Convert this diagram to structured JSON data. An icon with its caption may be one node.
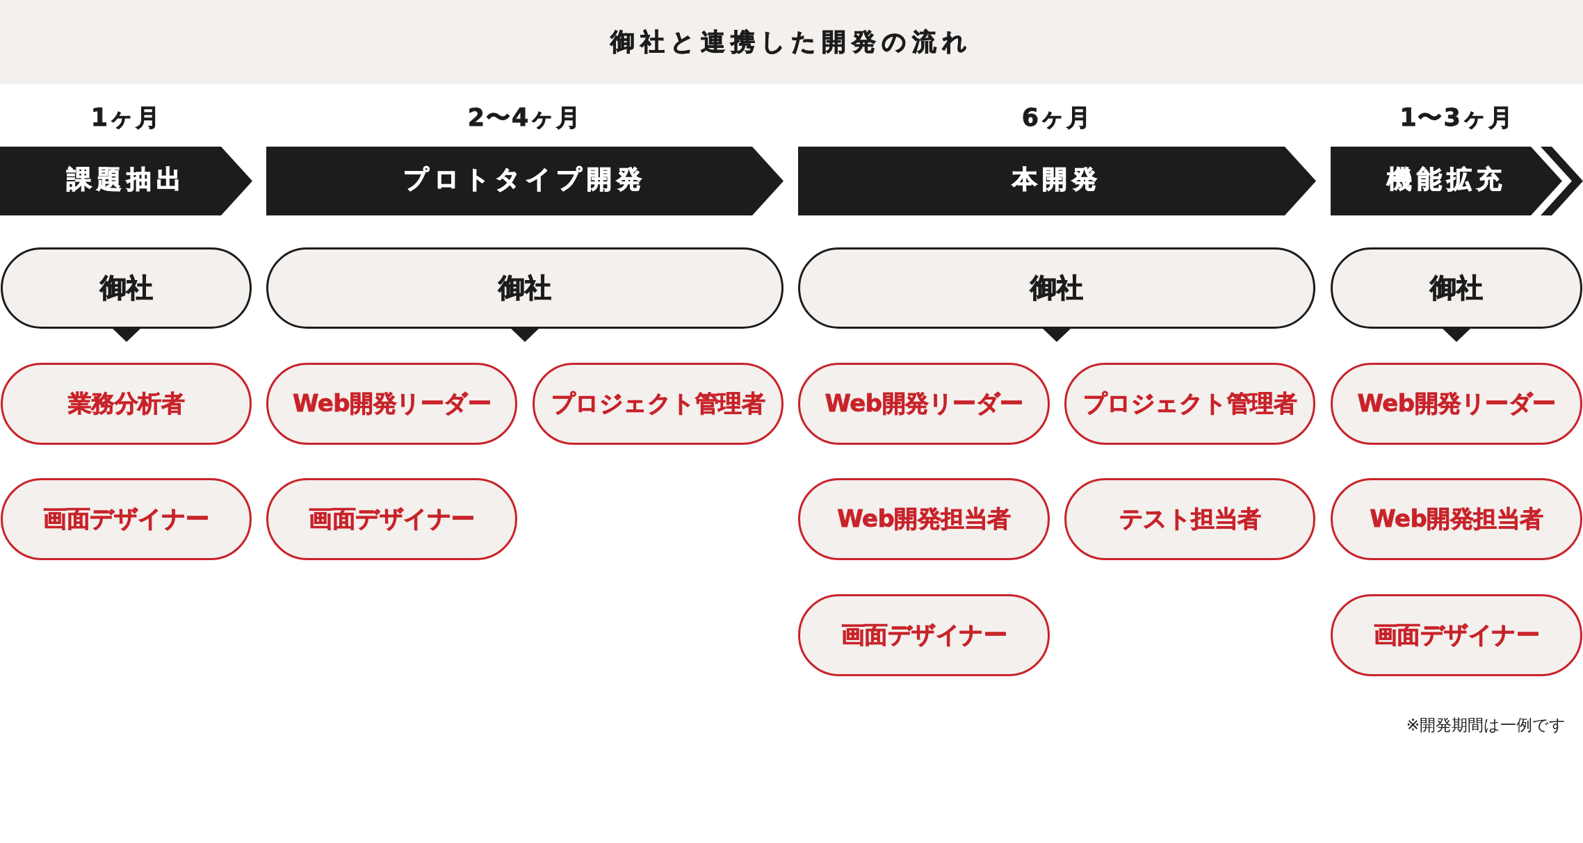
{
  "diagram": {
    "title": "御社と連携した開発の流れ",
    "nodes": [
      {
        "text": [
          "課題抽出"
        ],
        "beside": [
          "1ヶ月"
        ]
      },
      {
        "text": [
          "御社"
        ]
      },
      {
        "text": [
          "業務分析者"
        ]
      },
      {
        "text": [
          "画面デザイナー"
        ]
      },
      {
        "text": [
          "プロトタイプ開発"
        ],
        "beside": [
          "2〜4ヶ月"
        ]
      },
      {
        "text": [
          "御社"
        ]
      },
      {
        "text": [
          "Web開発リーダー"
        ]
      },
      {
        "text": [
          "プロジェクト管理者"
        ]
      },
      {
        "text": [
          "画面デザイナー"
        ]
      },
      {
        "text": [
          "本開発"
        ],
        "beside": [
          "6ヶ月"
        ]
      },
      {
        "text": [
          "御社"
        ]
      },
      {
        "text": [
          "Web開発リーダー"
        ]
      },
      {
        "text": [
          "プロジェクト管理者"
        ]
      },
      {
        "text": [
          "Web開発担当者"
        ]
      },
      {
        "text": [
          "テスト担当者"
        ]
      },
      {
        "text": [
          "画面デザイナー"
        ]
      },
      {
        "text": [
          "機能拡充"
        ],
        "beside": [
          "1〜3ヶ月"
        ]
      },
      {
        "text": [
          "御社"
        ]
      },
      {
        "text": [
          "Web開発リーダー"
        ]
      },
      {
        "text": [
          "Web開発担当者"
        ]
      },
      {
        "text": [
          "画面デザイナー"
        ]
      }
    ],
    "labels": [
      "※開発期間は一例です"
    ]
  }
}
